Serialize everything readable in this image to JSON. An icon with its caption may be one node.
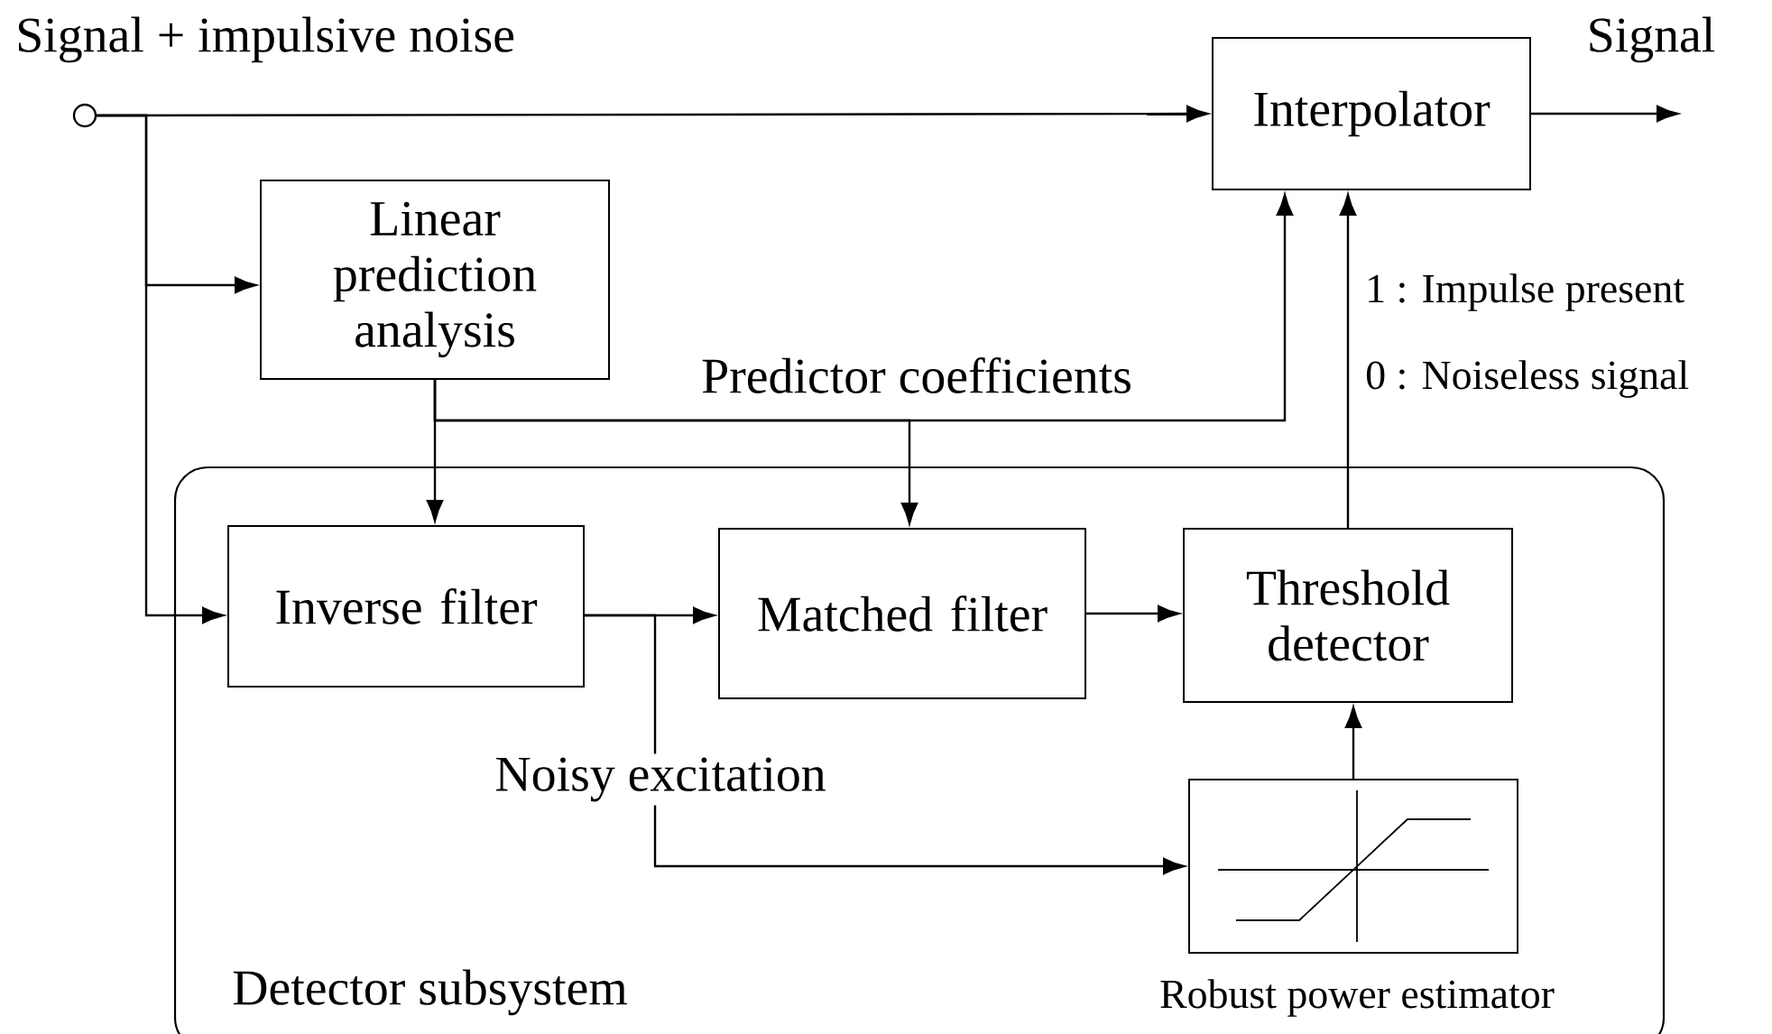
{
  "diagram": {
    "nodes": [
      {
        "text": [],
        "shape": "circle",
        "beside": [
          "Signal + impulsive noise"
        ]
      },
      {
        "text": [
          "Interpolator"
        ]
      },
      {
        "text": [
          "Linear prediction analysis"
        ]
      },
      {
        "text": [
          "Detector subsystem"
        ]
      },
      {
        "text": [
          "Inverse filter"
        ],
        "in": 3
      },
      {
        "text": [
          "Matched filter"
        ],
        "in": 3
      },
      {
        "text": [
          "Threshold detector"
        ],
        "in": 3
      },
      {
        "text": [
          "Robust power estimator"
        ],
        "in": 3
      }
    ],
    "edges": [
      {
        "from": 0,
        "to": 1,
        "arrow": "to"
      },
      {
        "from": 0,
        "to": 2,
        "arrow": "to"
      },
      {
        "from": 0,
        "to": 4,
        "arrow": "to"
      },
      {
        "from": 2,
        "to": 4,
        "arrow": "to"
      },
      {
        "from": 2,
        "to": 5,
        "arrow": "to"
      },
      {
        "from": 2,
        "to": 1,
        "arrow": "to",
        "label": "Predictor coefficients"
      },
      {
        "from": 4,
        "to": 5,
        "arrow": "to"
      },
      {
        "from": 5,
        "to": 6,
        "arrow": "to"
      },
      {
        "from": 4,
        "to": 7,
        "arrow": "to",
        "label": "Noisy excitation"
      },
      {
        "from": 7,
        "to": 6,
        "arrow": "to"
      },
      {
        "from": 6,
        "to": 1,
        "arrow": "to"
      },
      {
        "from": 1,
        "to": null,
        "arrow": "to",
        "label": "Signal"
      }
    ],
    "labels": [
      "1 : Impulse present",
      "0 : Noiseless signal"
    ]
  }
}
